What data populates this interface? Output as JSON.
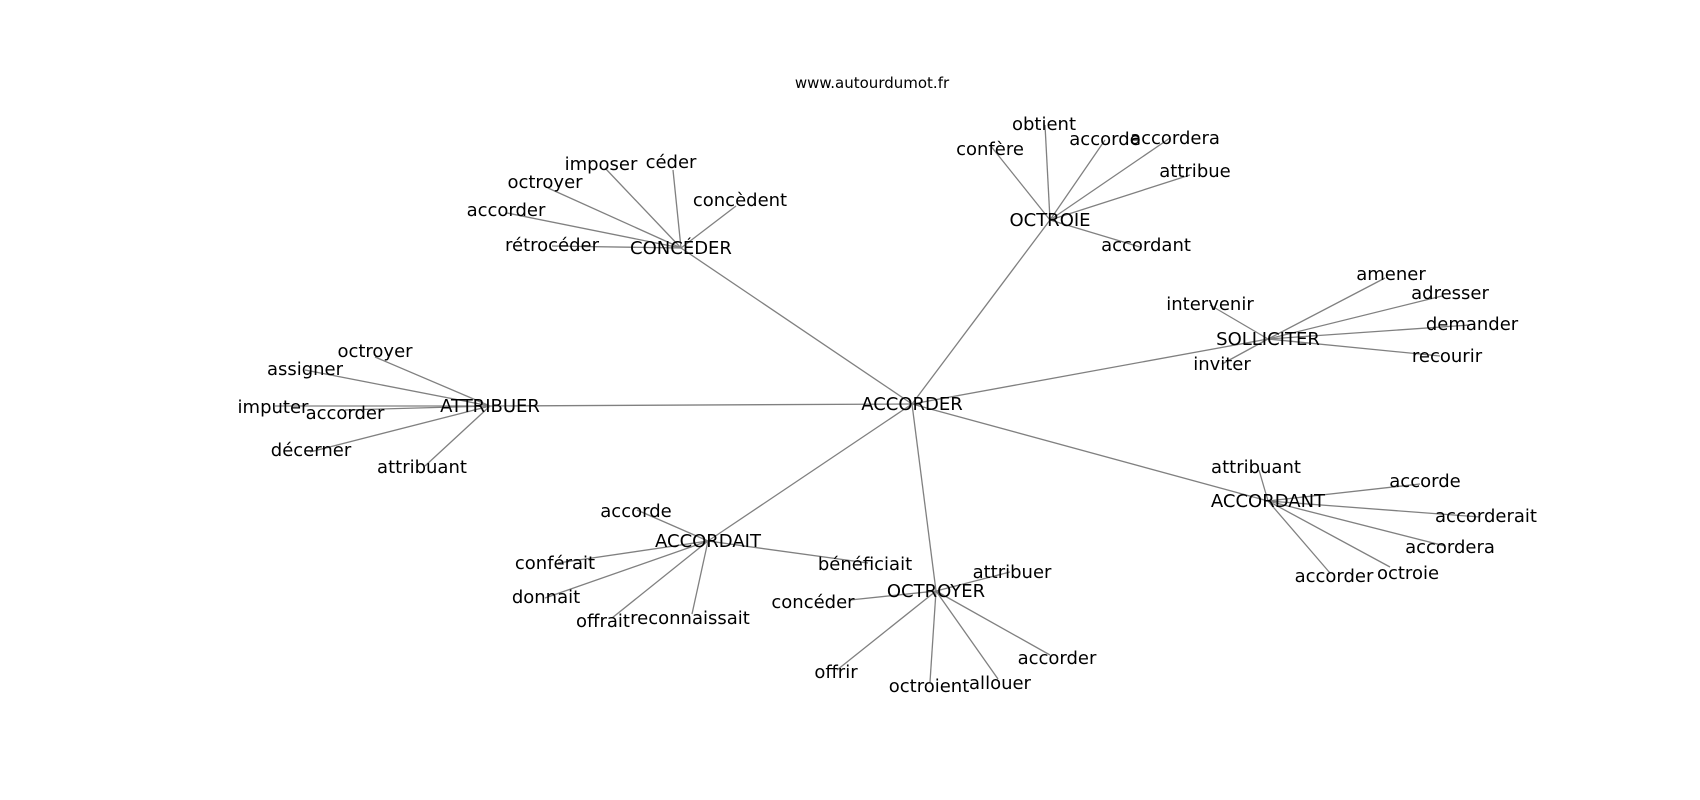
{
  "source": "www.autourdumot.fr",
  "center": "ACCORDER",
  "groups": [
    {
      "hub": "CONCÉDER",
      "words": [
        "imposer",
        "céder",
        "octroyer",
        "concèdent",
        "accorder",
        "rétrocéder"
      ]
    },
    {
      "hub": "OCTROIE",
      "words": [
        "obtient",
        "confère",
        "accorde",
        "accordera",
        "attribue",
        "accordant"
      ]
    },
    {
      "hub": "SOLLICITER",
      "words": [
        "amener",
        "adresser",
        "intervenir",
        "demander",
        "inviter",
        "recourir"
      ]
    },
    {
      "hub": "ATTRIBUER",
      "words": [
        "octroyer",
        "assigner",
        "imputer",
        "accorder",
        "décerner",
        "attribuant"
      ]
    },
    {
      "hub": "ACCORDANT",
      "words": [
        "attribuant",
        "accorde",
        "accorderait",
        "accordera",
        "accorder",
        "octroie"
      ]
    },
    {
      "hub": "ACCORDAIT",
      "words": [
        "accorde",
        "conférait",
        "bénéficiait",
        "donnait",
        "offrait",
        "reconnaissait"
      ]
    },
    {
      "hub": "OCTROYER",
      "words": [
        "attribuer",
        "concéder",
        "accorder",
        "offrir",
        "octroient",
        "allouer"
      ]
    }
  ]
}
